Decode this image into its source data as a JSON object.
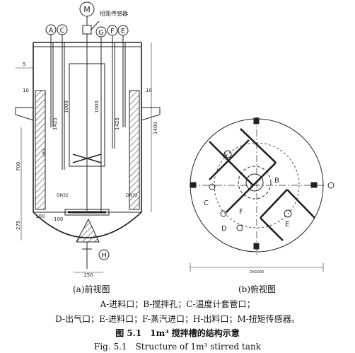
{
  "labels": {
    "A": "A",
    "B": "B",
    "C": "C",
    "D": "D",
    "E": "E",
    "F": "F",
    "G": "G",
    "H": "H",
    "motor": "M",
    "torque_sensor": "扭矩传感器"
  },
  "dimensions": {
    "d5": "5",
    "d10_left": "10",
    "d10_right": "10",
    "d1000_a": "1000",
    "d1000_b": "1000",
    "d1425_a": "1425",
    "d1425_b": "1425",
    "d1400": "1400",
    "d700": "700",
    "d275": "275",
    "d160": "160",
    "d100_a": "100",
    "d100_b": "100",
    "d150": "150",
    "dn32_left": "DN32",
    "dn32_right": "DN32",
    "dn1000": "DN1000"
  },
  "captions": {
    "front_view": "(a)前视图",
    "top_view": "(b)俯视图",
    "legend_line1": "A-进料口；B-搅拌孔；C-温度计套管口；",
    "legend_line2": "D-出气口；E-进料口；F-蒸汽进口；H-出料口；M-扭矩传感器。",
    "figure_title_cn": "图 5.1　1m³ 搅拌槽的结构示意",
    "figure_title_en": "Fig. 5.1　Structure of 1m³ stirred tank"
  }
}
